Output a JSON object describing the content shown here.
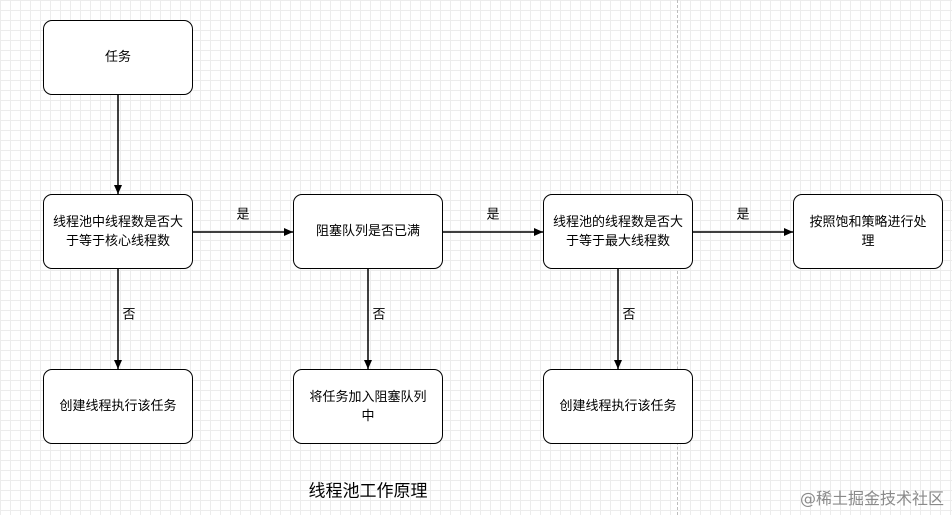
{
  "nodes": {
    "task": "任务",
    "check_core": "线程池中线程数是否大于等于核心线程数",
    "queue_full": "阻塞队列是否已满",
    "check_max": "线程池的线程数是否大于等于最大线程数",
    "reject": "按照饱和策略进行处理",
    "create_core": "创建线程执行该任务",
    "enqueue": "将任务加入阻塞队列中",
    "create_extra": "创建线程执行该任务"
  },
  "edge_labels": {
    "yes_1": "是",
    "yes_2": "是",
    "yes_3": "是",
    "no_1": "否",
    "no_2": "否",
    "no_3": "否"
  },
  "caption": "线程池工作原理",
  "watermark": "@稀土掘金技术社区"
}
